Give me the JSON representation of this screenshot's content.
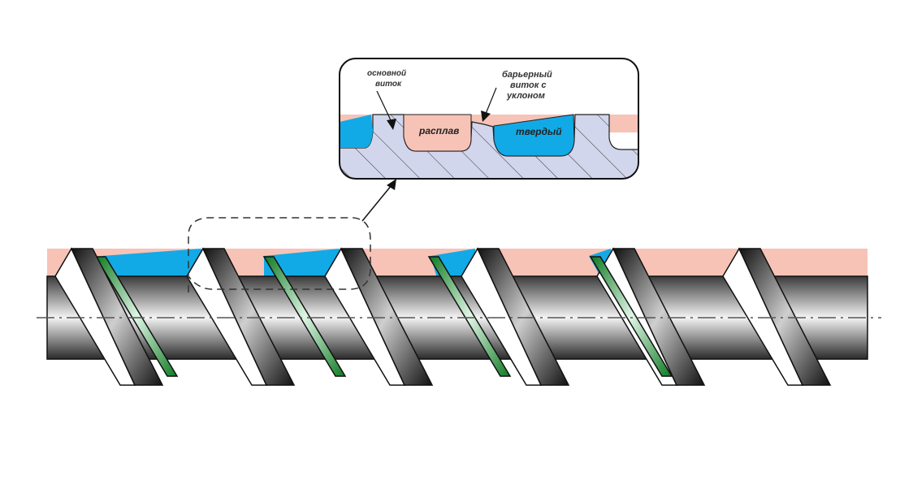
{
  "diagram": {
    "title": "Barrier screw with sloped barrier flight",
    "colors": {
      "melt": "#f7c3b6",
      "solid": "#11aae6",
      "barrier_flight": "#1e9a3a",
      "screw_metal": "#777777",
      "inset_body": "#d2d6ec",
      "outline": "#222222"
    },
    "inset": {
      "labels": {
        "main_flight_line1": "основной",
        "main_flight_line2": "виток",
        "barrier_flight_line1": "барьерный",
        "barrier_flight_line2": "виток с",
        "barrier_flight_line3": "уклоном",
        "melt": "расплав",
        "solid": "твердый"
      }
    },
    "screw": {
      "main_flight_count": 6,
      "barrier_flight_count": 4,
      "zones": [
        "solid (blue) shrinking along screw",
        "melt (pink) growing along screw"
      ]
    }
  }
}
